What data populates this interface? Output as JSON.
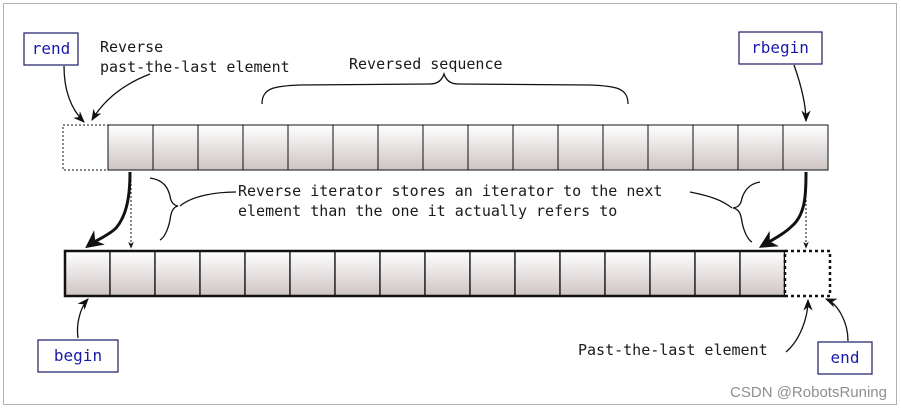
{
  "top_array": {
    "cell_count": 16
  },
  "bottom_array": {
    "cell_count": 16
  },
  "labels": {
    "rend": "rend",
    "rbegin": "rbegin",
    "begin": "begin",
    "end": "end",
    "reverse_past_line1": "Reverse",
    "reverse_past_line2": "past-the-last element",
    "reversed_sequence": "Reversed sequence",
    "note_line1": "Reverse iterator stores an iterator to the next",
    "note_line2": "element than the one it actually refers to",
    "past_the_last": "Past-the-last element"
  },
  "watermark": "CSDN @RobotsRuning",
  "colors": {
    "iterator_text": "#1a1aa8",
    "iterator_box_border": "#1a1a66",
    "cell_fill_top": "#ffffff",
    "cell_fill_bottom": "#cfc4c4",
    "frame": "#b0b0b0"
  }
}
